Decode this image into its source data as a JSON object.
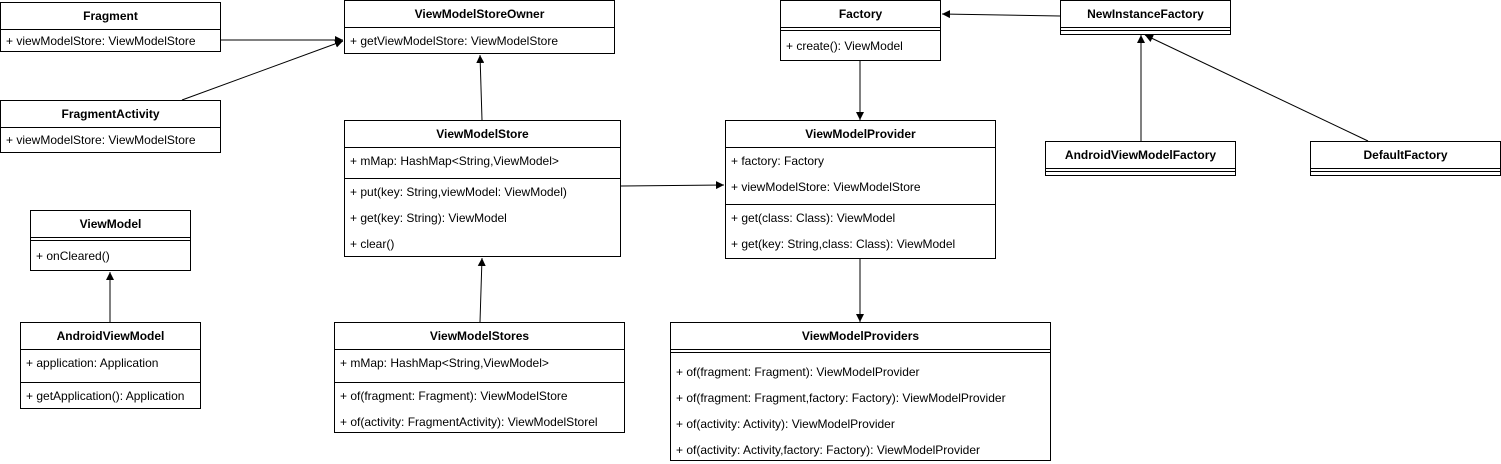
{
  "classes": {
    "fragment": {
      "name": "Fragment",
      "attributes": [
        "+ viewModelStore: ViewModelStore"
      ],
      "methods": []
    },
    "fragmentActivity": {
      "name": "FragmentActivity",
      "attributes": [
        "+ viewModelStore: ViewModelStore"
      ],
      "methods": []
    },
    "viewModel": {
      "name": "ViewModel",
      "attributes": [],
      "methods": [
        "+ onCleared()"
      ]
    },
    "androidViewModel": {
      "name": "AndroidViewModel",
      "attributes": [
        "+ application: Application"
      ],
      "methods": [
        "+ getApplication(): Application"
      ]
    },
    "viewModelStoreOwner": {
      "name": "ViewModelStoreOwner",
      "attributes": [],
      "methods": [
        "+ getViewModelStore: ViewModelStore"
      ]
    },
    "viewModelStore": {
      "name": "ViewModelStore",
      "attributes": [
        "+ mMap: HashMap<String,ViewModel>"
      ],
      "methods": [
        "+ put(key: String,viewModel: ViewModel)",
        "+ get(key: String): ViewModel",
        "+ clear()"
      ]
    },
    "viewModelStores": {
      "name": "ViewModelStores",
      "attributes": [
        "+ mMap: HashMap<String,ViewModel>"
      ],
      "methods": [
        "+ of(fragment: Fragment): ViewModelStore",
        "+ of(activity: FragmentActivity): ViewModelStorel"
      ]
    },
    "factory": {
      "name": "Factory",
      "attributes": [],
      "methods": [
        "+ create(): ViewModel"
      ]
    },
    "viewModelProvider": {
      "name": "ViewModelProvider",
      "attributes": [
        "+ factory: Factory",
        "+ viewModelStore: ViewModelStore"
      ],
      "methods": [
        "+ get(class: Class): ViewModel",
        "+ get(key: String,class: Class): ViewModel"
      ]
    },
    "viewModelProviders": {
      "name": "ViewModelProviders",
      "attributes": [],
      "methods": [
        "+ of(fragment: Fragment): ViewModelProvider",
        "+ of(fragment: Fragment,factory: Factory): ViewModelProvider",
        "+ of(activity: Activity): ViewModelProvider",
        "+ of(activity: Activity,factory: Factory): ViewModelProvider"
      ]
    },
    "newInstanceFactory": {
      "name": "NewInstanceFactory",
      "attributes": [],
      "methods": []
    },
    "androidViewModelFactory": {
      "name": "AndroidViewModelFactory",
      "attributes": [],
      "methods": []
    },
    "defaultFactory": {
      "name": "DefaultFactory",
      "attributes": [],
      "methods": []
    }
  },
  "relations": [
    {
      "from": "fragment",
      "to": "viewModelStoreOwner"
    },
    {
      "from": "fragmentActivity",
      "to": "viewModelStoreOwner"
    },
    {
      "from": "viewModelStore",
      "to": "viewModelStoreOwner"
    },
    {
      "from": "viewModelStores",
      "to": "viewModelStore"
    },
    {
      "from": "viewModelStore",
      "to": "viewModelProvider"
    },
    {
      "from": "androidViewModel",
      "to": "viewModel"
    },
    {
      "from": "factory",
      "to": "viewModelProvider"
    },
    {
      "from": "viewModelProvider",
      "to": "viewModelProviders"
    },
    {
      "from": "newInstanceFactory",
      "to": "factory"
    },
    {
      "from": "androidViewModelFactory",
      "to": "newInstanceFactory"
    },
    {
      "from": "defaultFactory",
      "to": "newInstanceFactory"
    }
  ]
}
